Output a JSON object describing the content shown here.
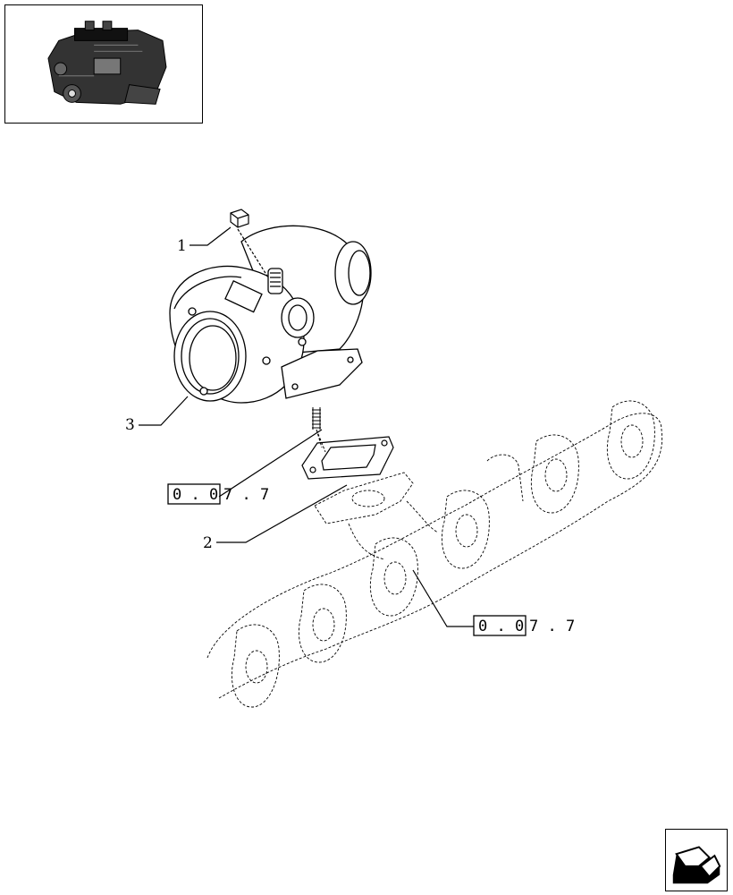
{
  "callouts": {
    "item1": "1",
    "item2": "2",
    "item3": "3"
  },
  "references": {
    "ref_upper_boxed": "0 . 0",
    "ref_upper_suffix": "7 . 7",
    "ref_lower_boxed": "0 . 0",
    "ref_lower_suffix": "7 . 7"
  },
  "icons": {
    "thumbnail": "engine-thumbnail-icon",
    "nav": "next-page-arrow-icon"
  }
}
